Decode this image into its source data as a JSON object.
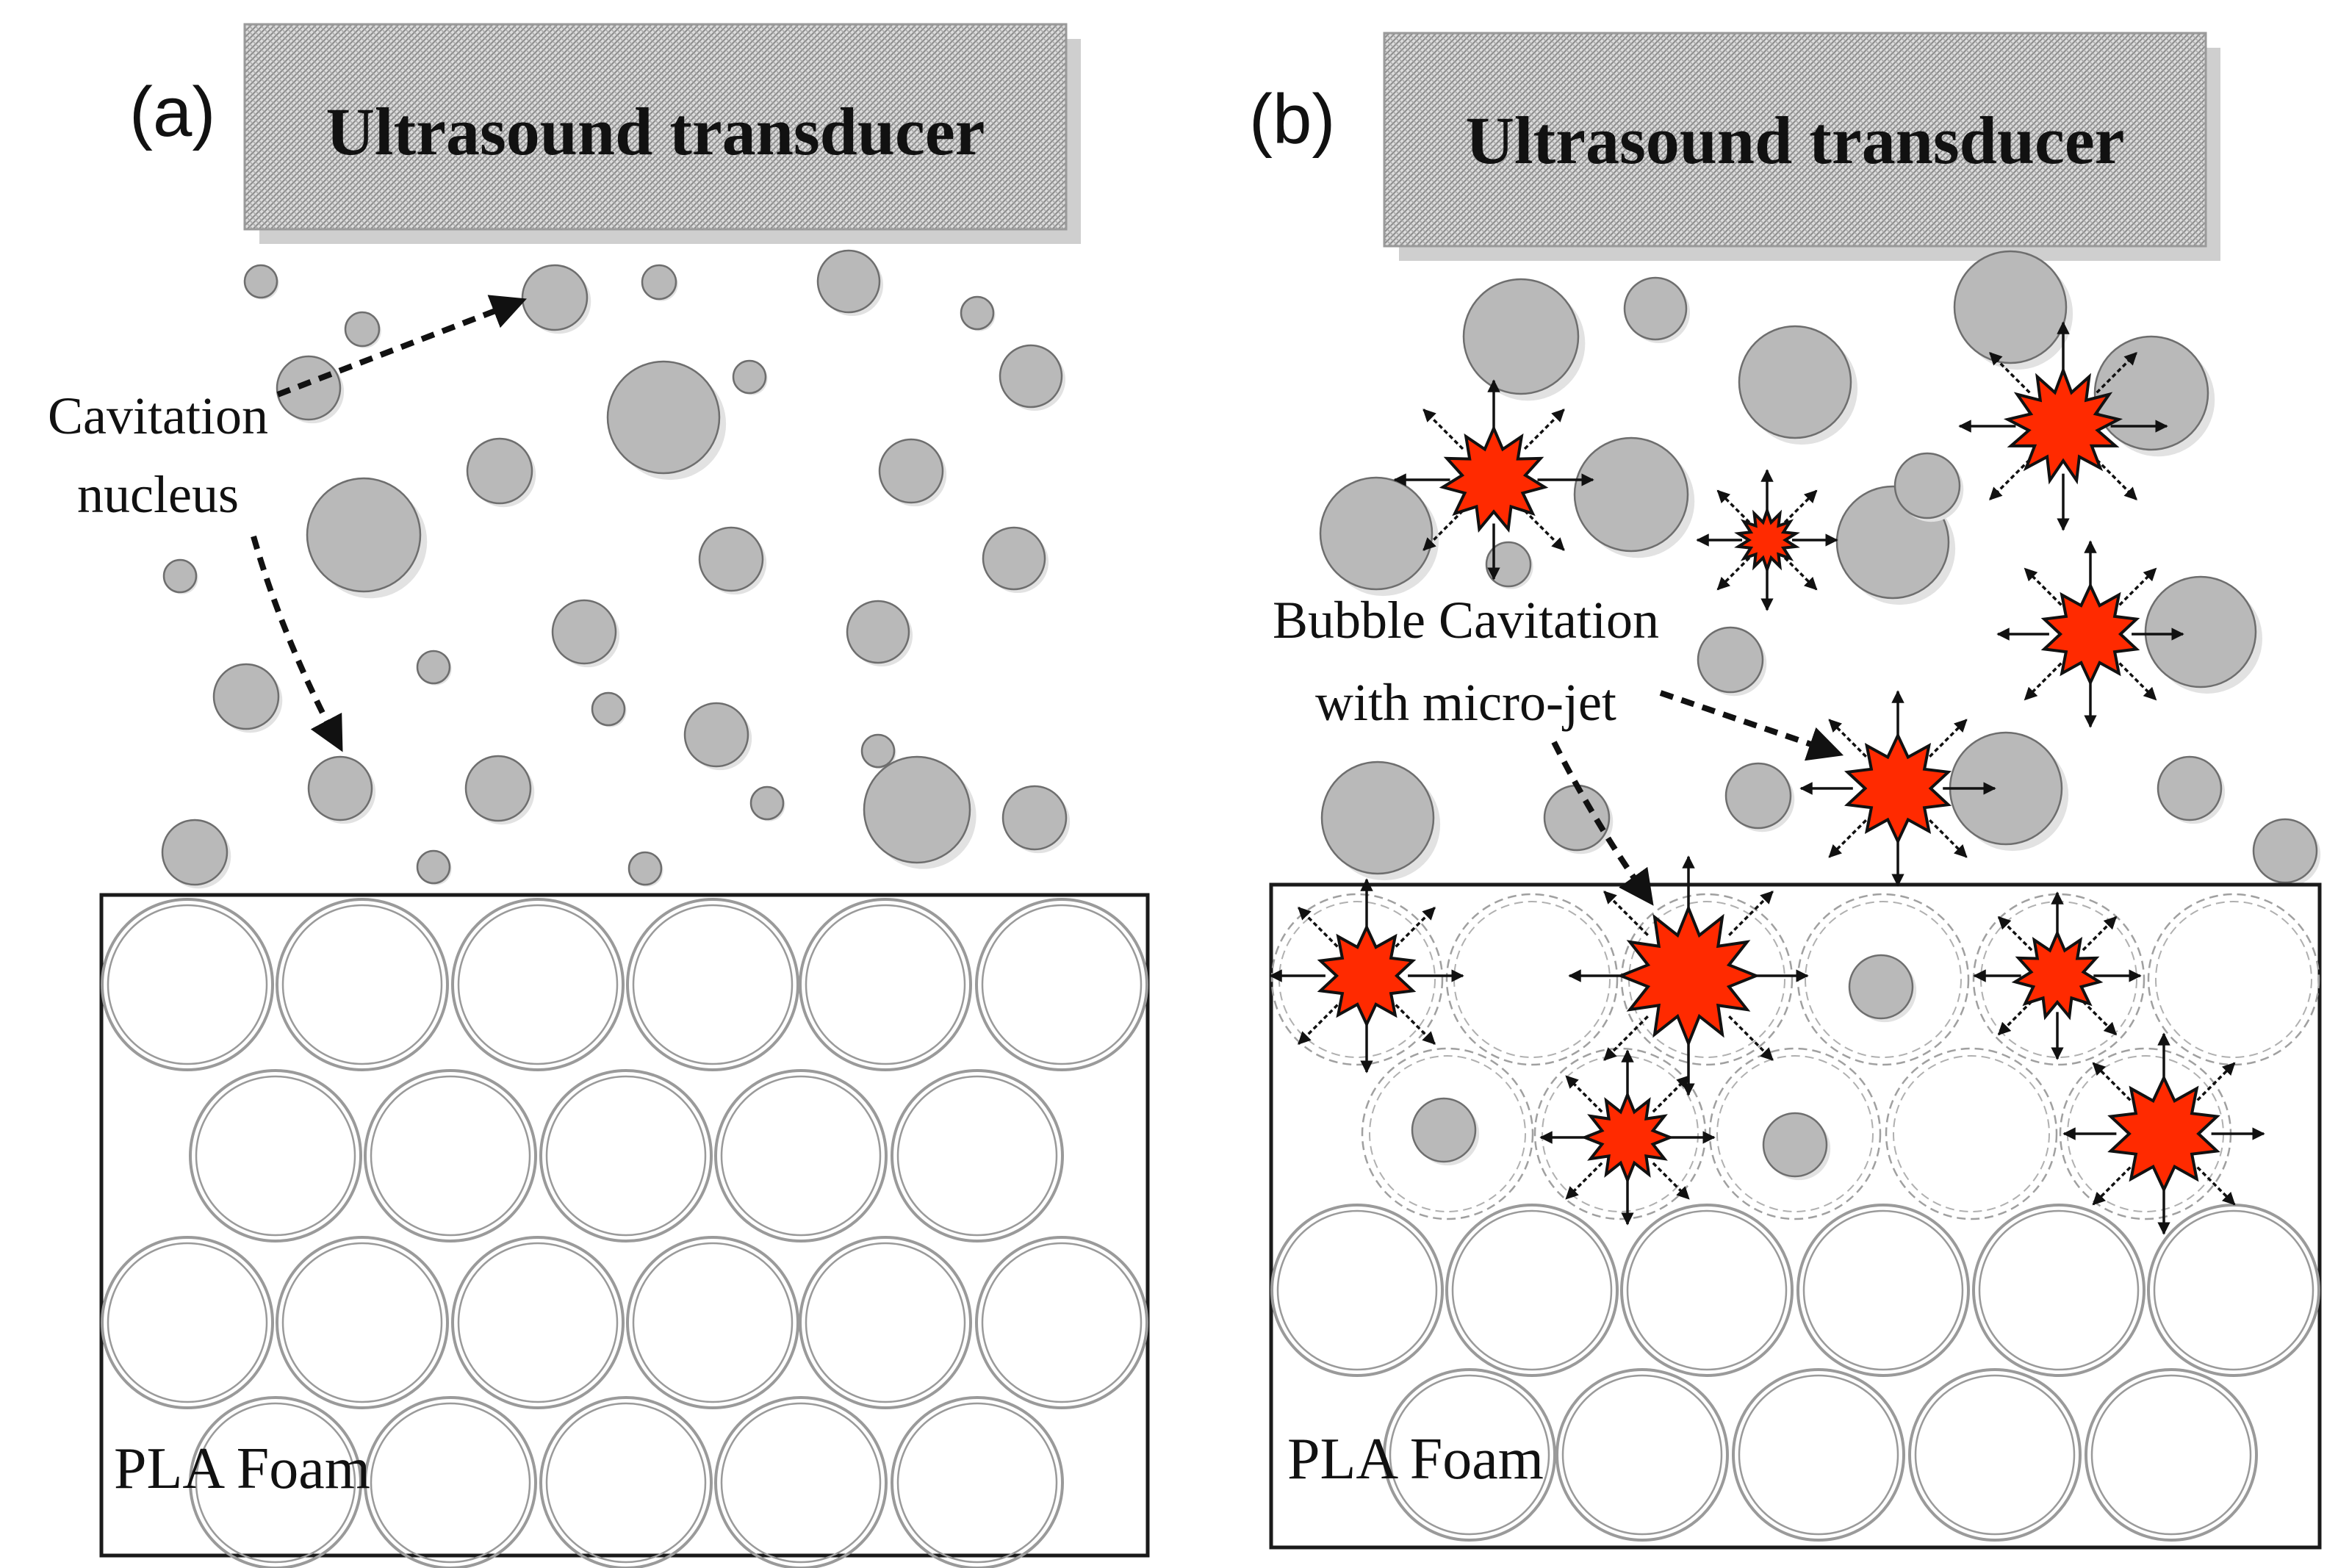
{
  "panel_a": {
    "panel_label": "(a)",
    "transducer_label": "Ultrasound transducer",
    "annotation_line1": "Cavitation",
    "annotation_line2": "nucleus",
    "foam_label": "PLA Foam"
  },
  "panel_b": {
    "panel_label": "(b)",
    "transducer_label": "Ultrasound transducer",
    "annotation_line1": "Bubble Cavitation",
    "annotation_line2": "with micro-jet",
    "foam_label": "PLA Foam"
  },
  "colors": {
    "bubble_fill": "#b9b9b9",
    "bubble_stroke": "#6e6e6e",
    "burst_fill": "#ff2a00",
    "foam_cell_stroke": "#9a9a9a",
    "frame_stroke": "#1a1a1a",
    "arrow": "#111111"
  },
  "icons": {
    "transducer": "hatched-block",
    "bubble": "gray-circle",
    "burst": "red-starburst-icon",
    "jet": "radial-arrows-icon"
  }
}
